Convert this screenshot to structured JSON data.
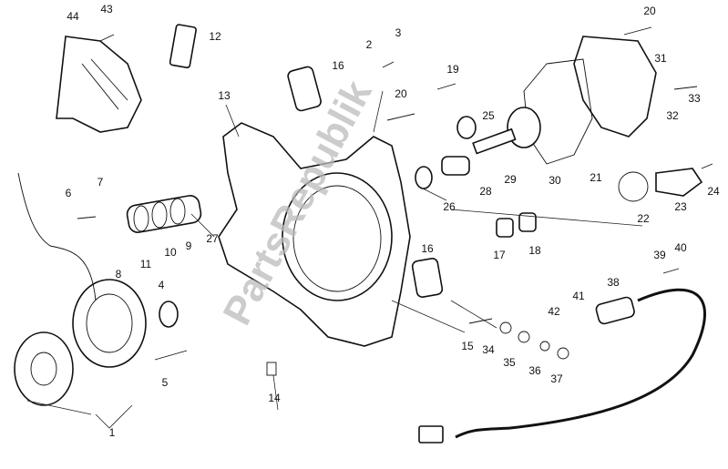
{
  "diagram": {
    "watermark": "PartsRepublik",
    "callouts": [
      "44",
      "43",
      "12",
      "16",
      "2",
      "3",
      "20",
      "31",
      "19",
      "20",
      "13",
      "25",
      "33",
      "32",
      "7",
      "6",
      "29",
      "30",
      "21",
      "26",
      "28",
      "24",
      "23",
      "22",
      "27",
      "9",
      "10",
      "11",
      "8",
      "16",
      "17",
      "18",
      "39",
      "40",
      "4",
      "38",
      "41",
      "42",
      "15",
      "34",
      "35",
      "36",
      "37",
      "5",
      "14",
      "1"
    ]
  }
}
